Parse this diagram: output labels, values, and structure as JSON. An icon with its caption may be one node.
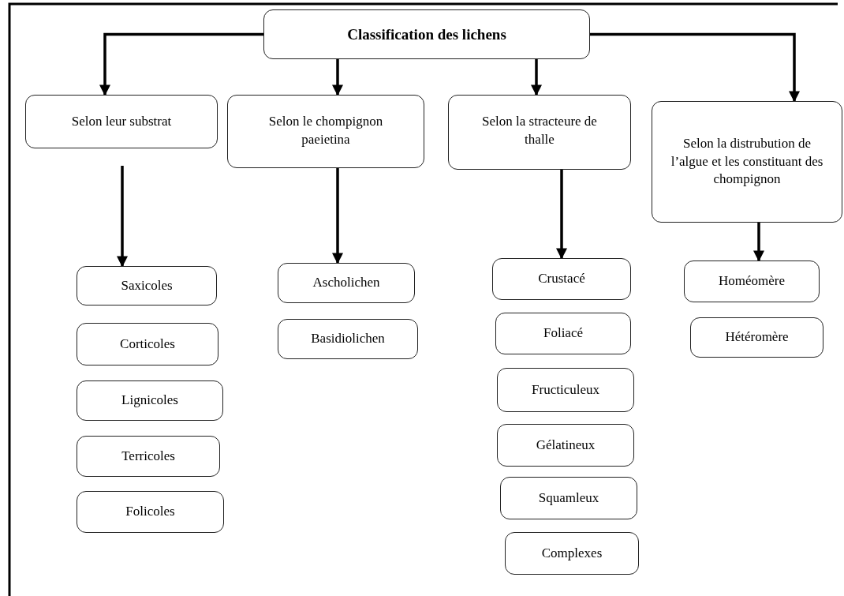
{
  "diagram": {
    "nodes": [
      {
        "text": [
          "Classification des lichens"
        ]
      },
      {
        "text": [
          "Selon leur substrat"
        ]
      },
      {
        "text": [
          "Selon le chompignon paeietina"
        ]
      },
      {
        "text": [
          "Selon la stracteure de thalle"
        ]
      },
      {
        "text": [
          "Selon la distrubution de l’algue et les constituant des chompignon"
        ]
      },
      {
        "text": [
          "Saxicoles"
        ]
      },
      {
        "text": [
          "Corticoles"
        ]
      },
      {
        "text": [
          "Lignicoles"
        ]
      },
      {
        "text": [
          "Terricoles"
        ]
      },
      {
        "text": [
          "Folicoles"
        ]
      },
      {
        "text": [
          "Ascholichen"
        ]
      },
      {
        "text": [
          "Basidiolichen"
        ]
      },
      {
        "text": [
          "Crustacé"
        ]
      },
      {
        "text": [
          "Foliacé"
        ]
      },
      {
        "text": [
          "Fructiculeux"
        ]
      },
      {
        "text": [
          "Gélatineux"
        ]
      },
      {
        "text": [
          "Squamleux"
        ]
      },
      {
        "text": [
          "Complexes"
        ]
      },
      {
        "text": [
          "Homéomère"
        ]
      },
      {
        "text": [
          "Hétéromère"
        ]
      }
    ],
    "edges": [
      {
        "from": 0,
        "to": 1,
        "arrow": "to"
      },
      {
        "from": 0,
        "to": 2,
        "arrow": "to"
      },
      {
        "from": 0,
        "to": 3,
        "arrow": "to"
      },
      {
        "from": 0,
        "to": 4,
        "arrow": "to"
      },
      {
        "from": 1,
        "to": 5,
        "arrow": "to"
      },
      {
        "from": 2,
        "to": 10,
        "arrow": "to"
      },
      {
        "from": 3,
        "to": 12,
        "arrow": "to"
      },
      {
        "from": 4,
        "to": 18,
        "arrow": "to"
      }
    ]
  }
}
